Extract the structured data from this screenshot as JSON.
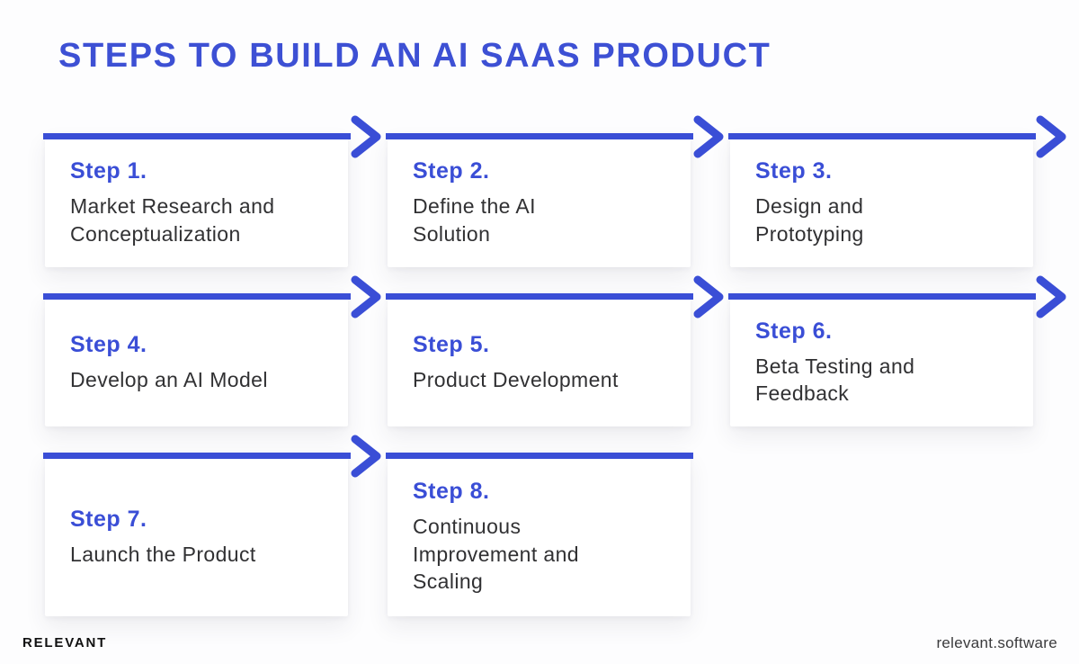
{
  "title": "STEPS TO BUILD AN AI SAAS PRODUCT",
  "colors": {
    "accent": "#3a4ed6",
    "title": "#3d50d4",
    "body_text": "#313133",
    "card_background": "#ffffff",
    "page_background": "#fdfdfe"
  },
  "steps": [
    {
      "label": "Step 1.",
      "description": "Market Research and\nConceptualization",
      "has_arrow": true
    },
    {
      "label": "Step 2.",
      "description": "Define the AI\nSolution",
      "has_arrow": true
    },
    {
      "label": "Step 3.",
      "description": "Design and\nPrototyping",
      "has_arrow": true
    },
    {
      "label": "Step 4.",
      "description": "Develop an AI Model",
      "has_arrow": true
    },
    {
      "label": "Step 5.",
      "description": "Product Development",
      "has_arrow": true
    },
    {
      "label": "Step 6.",
      "description": "Beta Testing and\nFeedback",
      "has_arrow": true
    },
    {
      "label": "Step 7.",
      "description": "Launch the Product",
      "has_arrow": true
    },
    {
      "label": "Step 8.",
      "description": "Continuous\nImprovement and\nScaling",
      "has_arrow": false
    }
  ],
  "footer": {
    "brand": "RELEVANT",
    "website": "relevant.software"
  }
}
